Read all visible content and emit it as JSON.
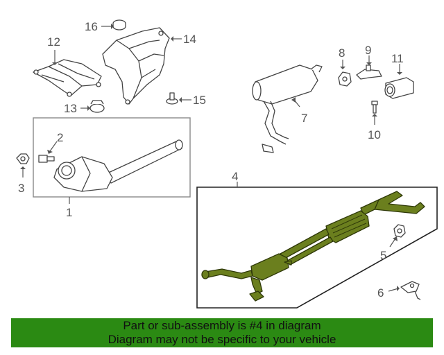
{
  "callouts": {
    "c1": "1",
    "c2": "2",
    "c3": "3",
    "c4": "4",
    "c5": "5",
    "c6": "6",
    "c7": "7",
    "c8": "8",
    "c9": "9",
    "c10": "10",
    "c11": "11",
    "c12": "12",
    "c13": "13",
    "c14": "14",
    "c15": "15",
    "c16": "16"
  },
  "banner": {
    "line1": "Part or sub-assembly is #4 in diagram",
    "line2": "Diagram may not be specific to your vehicle"
  },
  "colors": {
    "highlight": "#6b7f1e",
    "banner_bg": "#2b8a13"
  }
}
